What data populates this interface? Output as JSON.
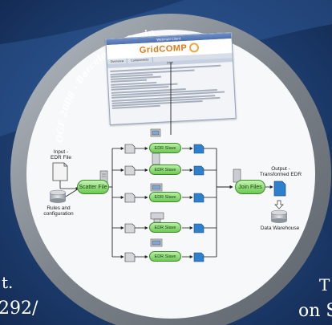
{
  "ring_text": "OGF 2008 - Barcelona - Spain",
  "corner_texts": [
    "t.",
    "292/",
    "T",
    "on S"
  ],
  "colors": {
    "background": "#1e3f72",
    "disc": "#f7f8f9",
    "ring": "#8a9096",
    "edr_fill": "#7fd465"
  },
  "screenshot": {
    "title": "Webmail Client",
    "logo": "GridCOMP",
    "tabs": [
      "Overview",
      "Components"
    ],
    "subheader": "Logs"
  },
  "diagram": {
    "input_label": "Input -\nEDR File",
    "rules_label": "Rules and\nconfiguration",
    "scatter_label": "Scatter File",
    "slave_label": "EDR Slave",
    "slave_count": 5,
    "join_label": "Join Files",
    "output_label": "Output -\nTransformed EDR",
    "warehouse_label": "Data Warehouse"
  }
}
